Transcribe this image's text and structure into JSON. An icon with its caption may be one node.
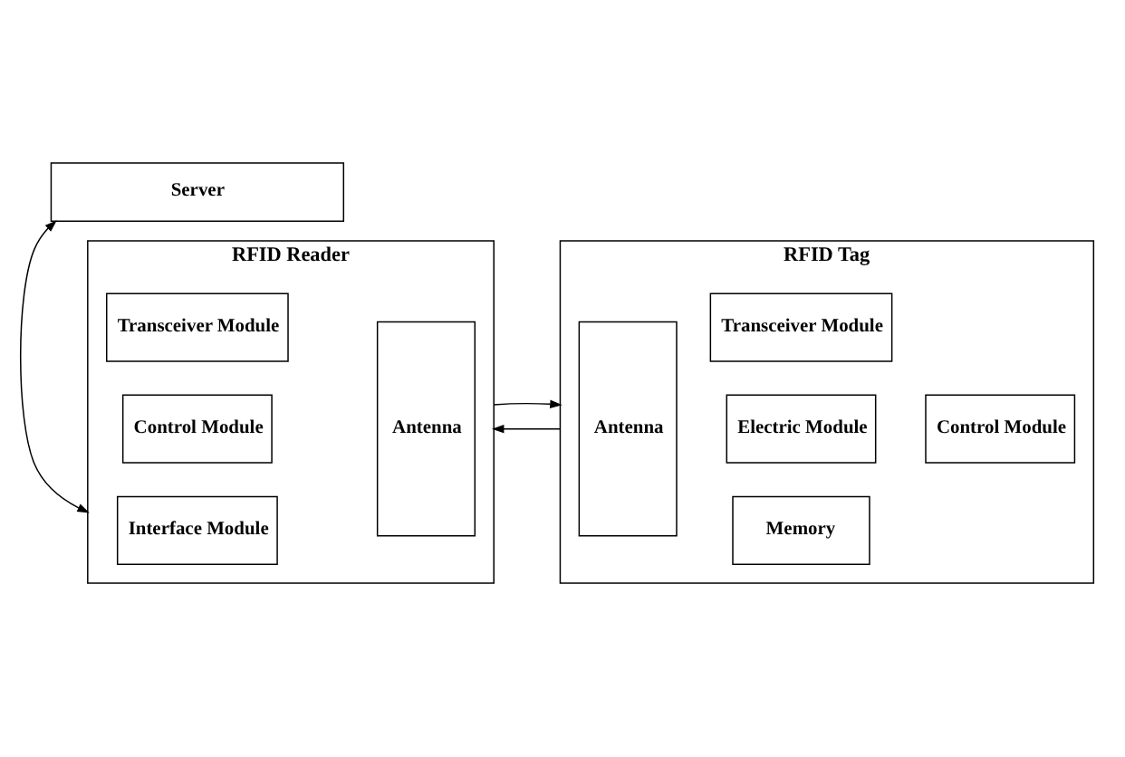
{
  "diagram": {
    "nodes": [
      {
        "text": [
          "RFID Reader"
        ]
      },
      {
        "text": [
          "Transceiver Module"
        ],
        "in": 0
      },
      {
        "text": [
          "Control Module"
        ],
        "in": 0
      },
      {
        "text": [
          "Interface Module"
        ],
        "in": 0
      },
      {
        "text": [
          "Antenna"
        ],
        "in": 0
      },
      {
        "text": [
          "RFID Tag"
        ]
      },
      {
        "text": [
          "Antenna"
        ],
        "in": 5
      },
      {
        "text": [
          "Transceiver Module"
        ],
        "in": 5
      },
      {
        "text": [
          "Electric Module"
        ],
        "in": 5
      },
      {
        "text": [
          "Control Module"
        ],
        "in": 5
      },
      {
        "text": [
          "Memory"
        ],
        "in": 5
      },
      {
        "text": [
          "Server"
        ]
      }
    ],
    "edges": [
      {
        "from": 5,
        "to": 0,
        "arrow": "to"
      },
      {
        "from": 0,
        "to": 5,
        "arrow": "to"
      },
      {
        "from": 0,
        "to": 11,
        "arrow": "both"
      }
    ]
  }
}
